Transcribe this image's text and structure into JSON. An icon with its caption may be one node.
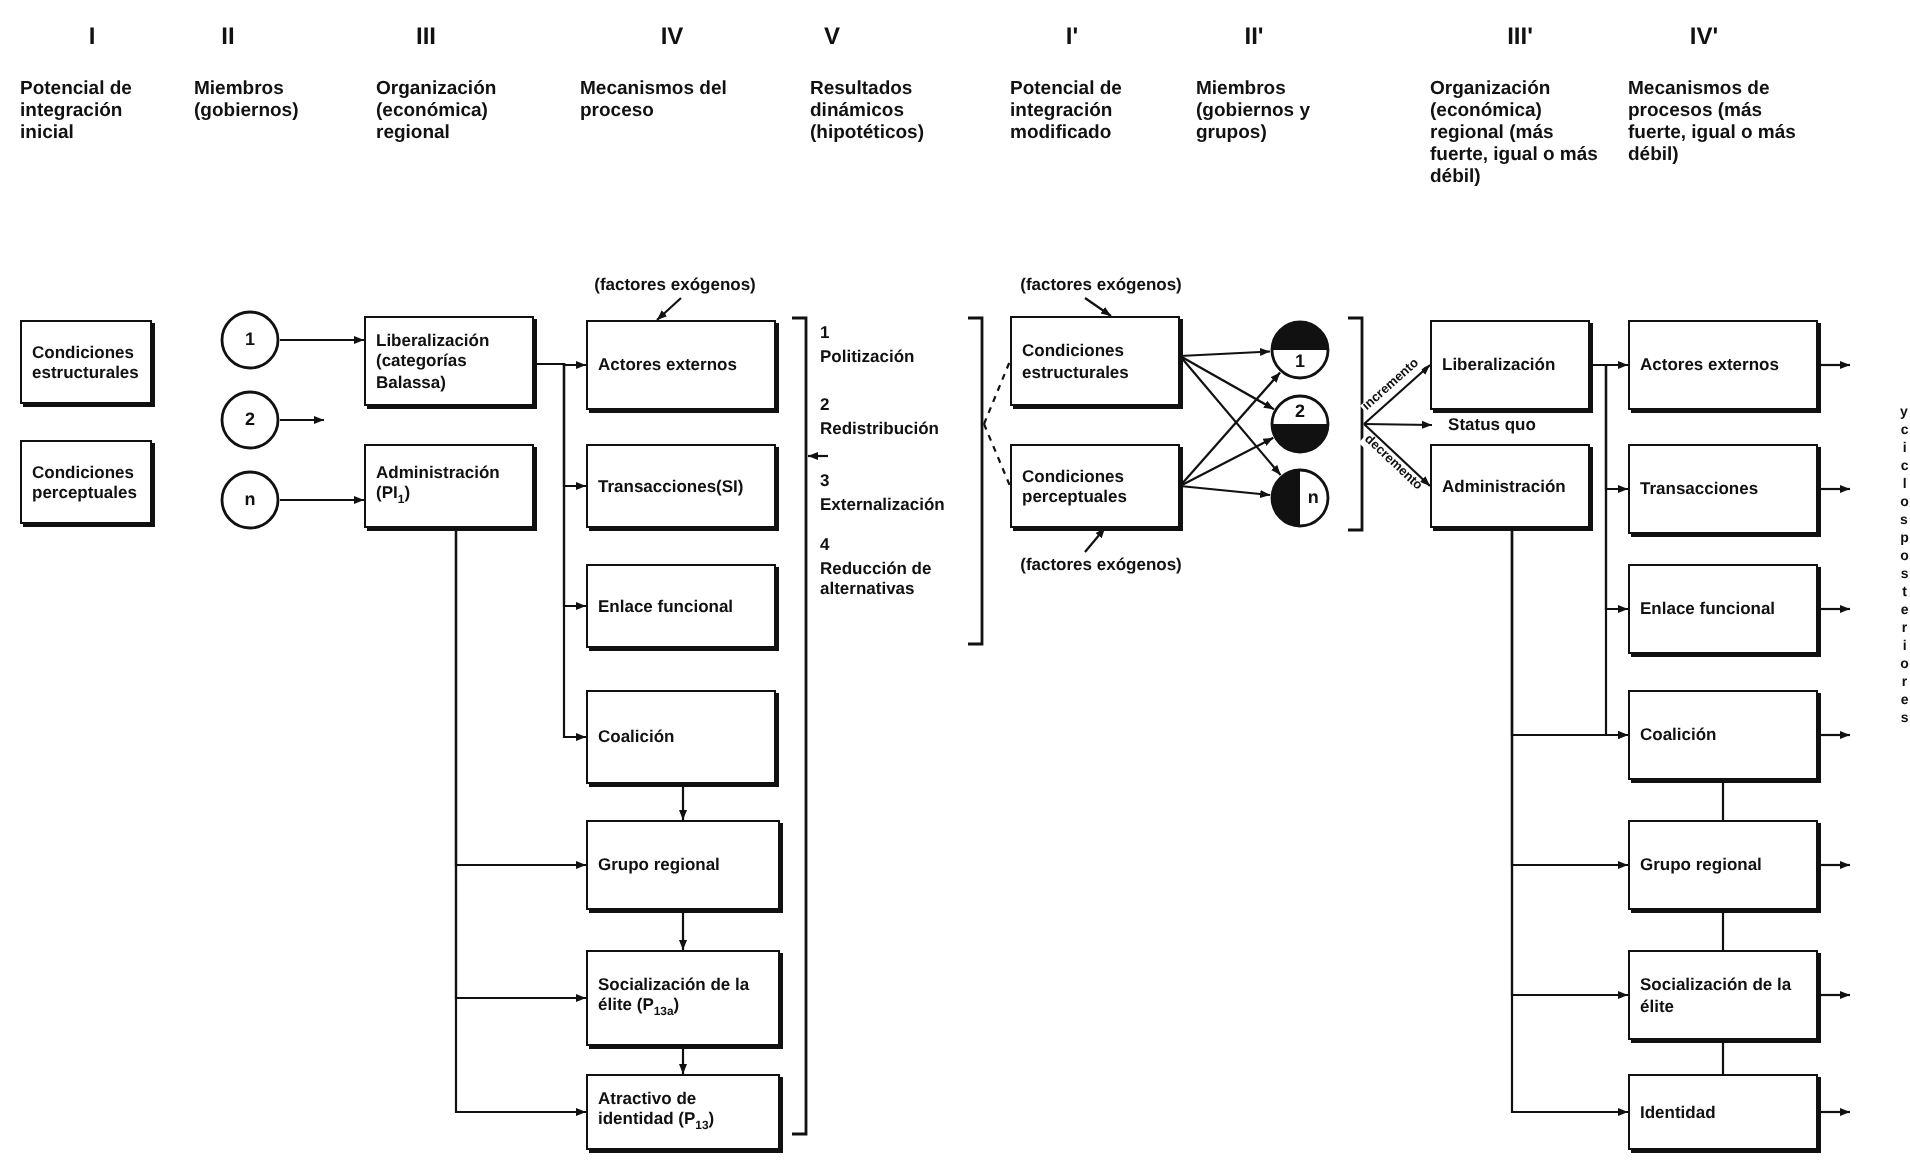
{
  "diagram": {
    "nodes": [
      {
        "text": [
          "Condiciones estructurales"
        ]
      },
      {
        "text": [
          "Condiciones perceptuales"
        ]
      },
      {
        "text": [
          "1"
        ]
      },
      {
        "text": [
          "2"
        ]
      },
      {
        "text": [
          "n"
        ]
      },
      {
        "text": [
          "Liberalización (categorías Balassa)"
        ]
      },
      {
        "text": [
          "Administración (PI$_{1}$)"
        ]
      },
      {
        "text": [
          "Actores externos"
        ]
      },
      {
        "text": [
          "Transacciones(SI)"
        ]
      },
      {
        "text": [
          "Enlace funcional"
        ]
      },
      {
        "text": [
          "Coalición"
        ]
      },
      {
        "text": [
          "Grupo regional"
        ]
      },
      {
        "text": [
          "Socialización de la élite (P$_{13a}$)"
        ]
      },
      {
        "text": [
          "Atractivo de identidad (P$_{13}$)"
        ]
      },
      {
        "text": [
          "Condiciones estructurales"
        ]
      },
      {
        "text": [
          "Condiciones perceptuales"
        ]
      },
      {
        "text": [
          "1"
        ]
      },
      {
        "text": [
          "2"
        ]
      },
      {
        "text": [
          "n"
        ]
      },
      {
        "text": [
          "Liberalización"
        ]
      },
      {
        "text": [
          "Administración"
        ]
      },
      {
        "text": [
          "Actores externos"
        ]
      },
      {
        "text": [
          "Transacciones"
        ]
      },
      {
        "text": [
          "Enlace funcional"
        ]
      },
      {
        "text": [
          "Coalición"
        ]
      },
      {
        "text": [
          "Grupo regional"
        ]
      },
      {
        "text": [
          "Socialización de la élite"
        ]
      },
      {
        "text": [
          "Identidad"
        ]
      },
      {
        "text": [
          "(factores exógenos)"
        ]
      },
      {
        "text": [],
        "shape": "bracket"
      },
      {
        "text": [],
        "shape": "bracket"
      },
      {
        "text": [
          "(factores exógenos)"
        ]
      },
      {
        "text": [
          "(factores exógenos)"
        ]
      },
      {
        "text": [],
        "shape": "bracket"
      },
      {
        "text": [
          "Status quo"
        ]
      }
    ],
    "edges": [
      {
        "from": 2,
        "to": 5,
        "arrow": "to"
      },
      {
        "from": 3,
        "to": null,
        "arrow": "to"
      },
      {
        "from": 4,
        "to": 6,
        "arrow": "to"
      },
      {
        "from": 5,
        "to": 7,
        "arrow": "to"
      },
      {
        "from": 5,
        "to": 8,
        "arrow": "to"
      },
      {
        "from": 5,
        "to": 9,
        "arrow": "to"
      },
      {
        "from": 5,
        "to": 10,
        "arrow": "to"
      },
      {
        "from": 6,
        "to": 11,
        "arrow": "to"
      },
      {
        "from": 6,
        "to": 12,
        "arrow": "to"
      },
      {
        "from": 6,
        "to": 13,
        "arrow": "to"
      },
      {
        "from": 10,
        "to": 11,
        "arrow": "to"
      },
      {
        "from": 11,
        "to": 12,
        "arrow": "to"
      },
      {
        "from": 12,
        "to": 13,
        "arrow": "to"
      },
      {
        "from": 28,
        "to": 7,
        "arrow": "to"
      },
      {
        "from": null,
        "to": 29,
        "arrow": "to"
      },
      {
        "from": 30,
        "to": 14,
        "arrow": "none",
        "style": "dashed"
      },
      {
        "from": 30,
        "to": 15,
        "arrow": "none",
        "style": "dashed"
      },
      {
        "from": 31,
        "to": 14,
        "arrow": "to"
      },
      {
        "from": 32,
        "to": 15,
        "arrow": "to"
      },
      {
        "from": 14,
        "to": 16,
        "arrow": "to"
      },
      {
        "from": 14,
        "to": 17,
        "arrow": "to"
      },
      {
        "from": 14,
        "to": 18,
        "arrow": "to"
      },
      {
        "from": 15,
        "to": 16,
        "arrow": "to"
      },
      {
        "from": 15,
        "to": 17,
        "arrow": "to"
      },
      {
        "from": 15,
        "to": 18,
        "arrow": "to"
      },
      {
        "from": 33,
        "to": 19,
        "arrow": "to",
        "label": "incremento"
      },
      {
        "from": 33,
        "to": 34,
        "arrow": "to"
      },
      {
        "from": 33,
        "to": 20,
        "arrow": "to",
        "label": "decremento"
      },
      {
        "from": 19,
        "to": 21,
        "arrow": "to"
      },
      {
        "from": 19,
        "to": 22,
        "arrow": "to"
      },
      {
        "from": 19,
        "to": 23,
        "arrow": "to"
      },
      {
        "from": 19,
        "to": 24,
        "arrow": "to"
      },
      {
        "from": 20,
        "to": 24,
        "arrow": "to"
      },
      {
        "from": 20,
        "to": 25,
        "arrow": "to"
      },
      {
        "from": 20,
        "to": 26,
        "arrow": "to"
      },
      {
        "from": 20,
        "to": 27,
        "arrow": "to"
      },
      {
        "from": 24,
        "to": 25,
        "arrow": "none"
      },
      {
        "from": 25,
        "to": 26,
        "arrow": "none"
      },
      {
        "from": 26,
        "to": 27,
        "arrow": "none"
      },
      {
        "from": 21,
        "to": null,
        "arrow": "to"
      },
      {
        "from": 22,
        "to": null,
        "arrow": "to"
      },
      {
        "from": 23,
        "to": null,
        "arrow": "to"
      },
      {
        "from": 24,
        "to": null,
        "arrow": "to"
      },
      {
        "from": 25,
        "to": null,
        "arrow": "to"
      },
      {
        "from": 26,
        "to": null,
        "arrow": "to"
      },
      {
        "from": 27,
        "to": null,
        "arrow": "to"
      }
    ],
    "labels": [
      "I",
      "II",
      "III",
      "IV",
      "V",
      "I'",
      "II'",
      "III'",
      "IV'",
      "Potencial de integración inicial",
      "Miembros (gobiernos)",
      "Organización (económica) regional",
      "Mecanismos del proceso",
      "Resultados dinámicos (hipotéticos)",
      "Potencial de integración modificado",
      "Miembros (gobiernos y grupos)",
      "Organización (económica) regional (más fuerte, igual o más débil)",
      "Mecanismos de procesos (más fuerte, igual o más débil)",
      "1",
      "Politización",
      "2",
      "Redistribución",
      "3",
      "Externalización",
      "4",
      "Reducción de alternativas",
      "y ciclos posteriores"
    ]
  }
}
